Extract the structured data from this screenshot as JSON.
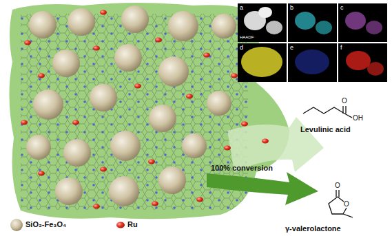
{
  "diagram": {
    "labels": [
      "a",
      "b",
      "c",
      "d",
      "e",
      "f",
      "HAADF",
      "O",
      "OH",
      "Levulinic acid",
      "100% conversion",
      "O",
      "O",
      "γ-valerolactone"
    ],
    "legend": [
      {
        "text": "SiO₂-Fe₃O₄"
      },
      {
        "text": "Ru"
      }
    ]
  }
}
